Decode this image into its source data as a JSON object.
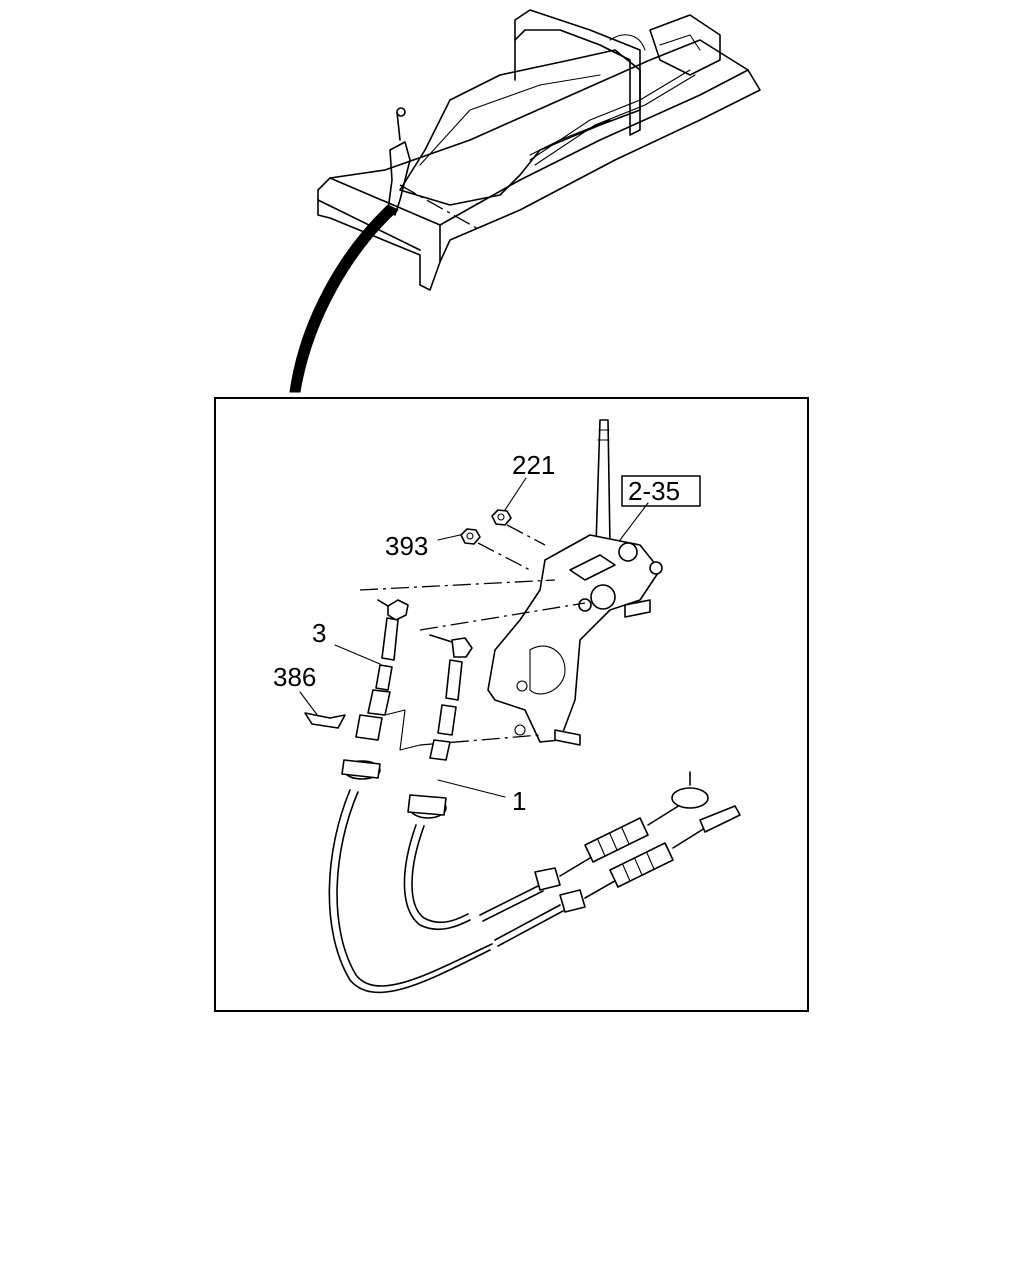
{
  "callouts": [
    {
      "id": "221",
      "text": "221"
    },
    {
      "id": "393",
      "text": "393"
    },
    {
      "id": "2-35",
      "text": "2-35",
      "boxed": true
    },
    {
      "id": "3",
      "text": "3"
    },
    {
      "id": "386",
      "text": "386"
    },
    {
      "id": "1",
      "text": "1"
    }
  ]
}
